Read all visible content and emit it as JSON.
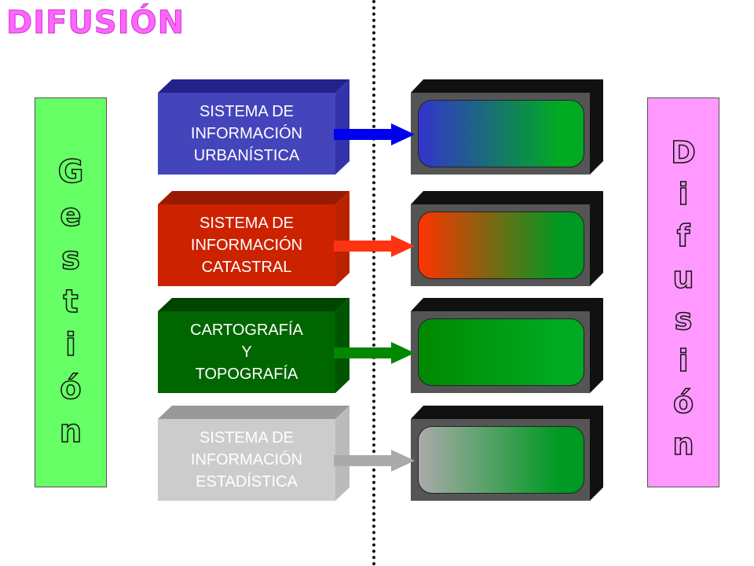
{
  "title": "DIFUSIÓN",
  "left_bar": {
    "letters": [
      "G",
      "e",
      "s",
      "t",
      "i",
      "ó",
      "n"
    ],
    "color": "#66ff66"
  },
  "right_bar": {
    "letters": [
      "D",
      "i",
      "f",
      "u",
      "s",
      "i",
      "ó",
      "n"
    ],
    "color": "#ff99ff"
  },
  "systems": [
    {
      "label": "SISTEMA DE\nINFORMACIÓN\nURBANÍSTICA",
      "color": "#4444bb",
      "top_color": "#22228a",
      "side_color": "#3333aa",
      "arrow_color": "#0000ee",
      "screen_from": "#3333cc",
      "screen_to": "#00aa22"
    },
    {
      "label": "SISTEMA DE\nINFORMACIÓN\nCATASTRAL",
      "color": "#cc2200",
      "top_color": "#991a00",
      "side_color": "#bb2200",
      "arrow_color": "#ff3311",
      "screen_from": "#ff3300",
      "screen_to": "#009922"
    },
    {
      "label": "CARTOGRAFÍA\nY\nTOPOGRAFÍA",
      "color": "#006600",
      "top_color": "#004400",
      "side_color": "#005500",
      "arrow_color": "#008800",
      "screen_from": "#008800",
      "screen_to": "#00aa22"
    },
    {
      "label": "SISTEMA DE\nINFORMACIÓN\nESTADÍSTICA",
      "color": "#cccccc",
      "top_color": "#999999",
      "side_color": "#bbbbbb",
      "arrow_color": "#aaaaaa",
      "screen_from": "#aaaaaa",
      "screen_to": "#009922"
    }
  ]
}
